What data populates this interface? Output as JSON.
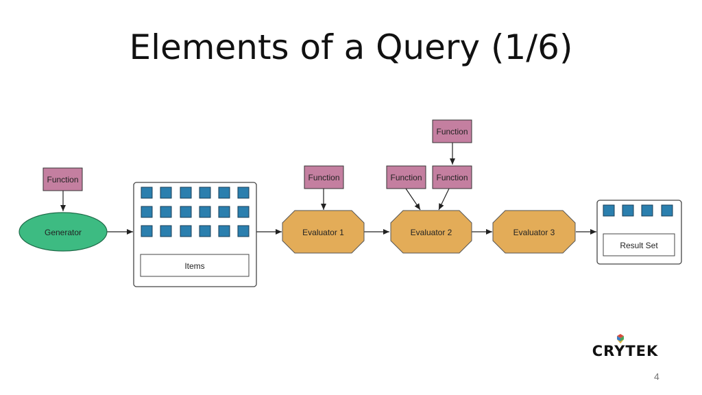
{
  "slide": {
    "title": "Elements of a Query (1/6)",
    "page_number": "4"
  },
  "diagram": {
    "function_label": "Function",
    "generator_label": "Generator",
    "items_label": "Items",
    "evaluator1_label": "Evaluator 1",
    "evaluator2_label": "Evaluator 2",
    "evaluator3_label": "Evaluator 3",
    "result_set_label": "Result Set"
  },
  "logo": {
    "text": "CRYTEK"
  },
  "colors": {
    "function": "#c47fa0",
    "generator": "#3dbb82",
    "evaluator": "#e3ac58",
    "item_square": "#2b7fae"
  }
}
